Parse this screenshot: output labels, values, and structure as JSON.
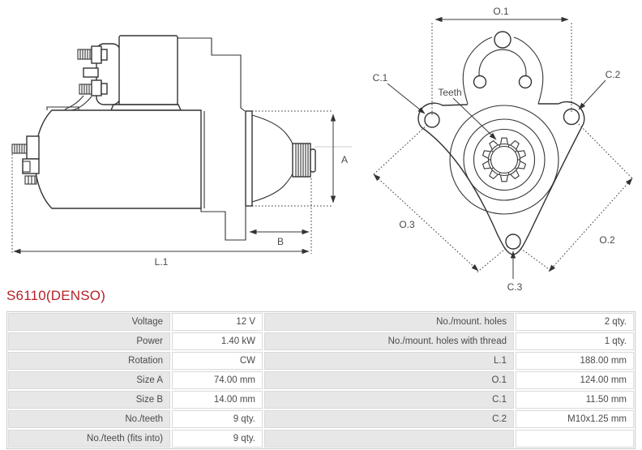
{
  "title": "S6110(DENSO)",
  "colors": {
    "title_red": "#b42129",
    "line": "#333333",
    "param_cell_bg": "#e7e7e7",
    "table_border": "#c9c9c9"
  },
  "diagram": {
    "side_view": {
      "labels": {
        "a": "A",
        "b": "B",
        "l1": "L.1"
      }
    },
    "front_view": {
      "labels": {
        "o1": "O.1",
        "o2": "O.2",
        "o3": "O.3",
        "c1": "C.1",
        "c2": "C.2",
        "c3": "C.3",
        "teeth": "Teeth"
      }
    }
  },
  "table": {
    "rows": [
      {
        "param1": "Voltage",
        "value1": "12 V",
        "param2": "No./mount. holes",
        "value2": "2 qty."
      },
      {
        "param1": "Power",
        "value1": "1.40 kW",
        "param2": "No./mount. holes with thread",
        "value2": "1 qty."
      },
      {
        "param1": "Rotation",
        "value1": "CW",
        "param2": "L.1",
        "value2": "188.00 mm"
      },
      {
        "param1": "Size A",
        "value1": "74.00 mm",
        "param2": "O.1",
        "value2": "124.00 mm"
      },
      {
        "param1": "Size B",
        "value1": "14.00 mm",
        "param2": "C.1",
        "value2": "11.50 mm"
      },
      {
        "param1": "No./teeth",
        "value1": "9 qty.",
        "param2": "C.2",
        "value2": "M10x1.25 mm"
      },
      {
        "param1": "No./teeth (fits into)",
        "value1": "9 qty.",
        "param2": "",
        "value2": ""
      }
    ]
  }
}
